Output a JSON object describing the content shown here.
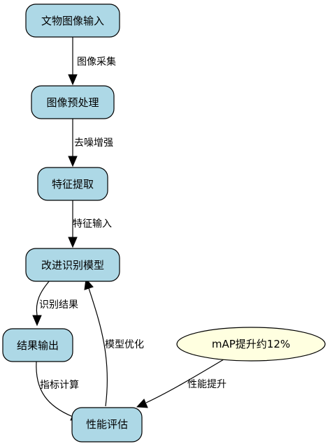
{
  "nodes": {
    "input": {
      "label": "文物图像输入"
    },
    "preprocess": {
      "label": "图像预处理"
    },
    "feature": {
      "label": "特征提取"
    },
    "model": {
      "label": "改进识别模型"
    },
    "output": {
      "label": "结果输出"
    },
    "eval": {
      "label": "性能评估"
    },
    "map_note": {
      "label": "mAP提升约12%"
    }
  },
  "edges": {
    "input_to_preprocess": "图像采集",
    "preprocess_to_feature": "去噪增强",
    "feature_to_model": "特征输入",
    "model_to_output": "识别结果",
    "output_to_eval": "指标计算",
    "eval_to_model": "模型优化",
    "note_to_eval": "性能提升"
  },
  "colors": {
    "process_fill": "#add8e6",
    "note_fill": "#ffffe0",
    "stroke": "#000000"
  }
}
